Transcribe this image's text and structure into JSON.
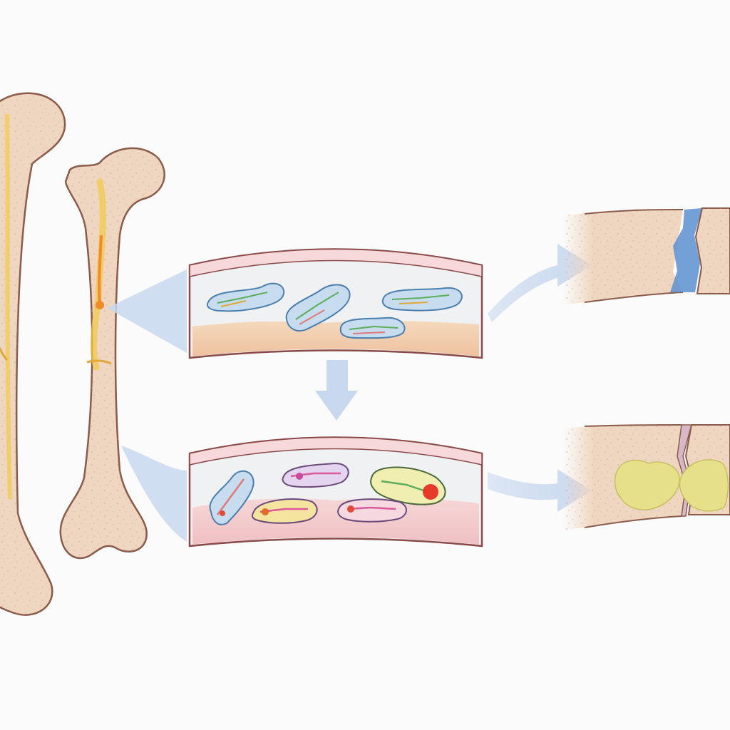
{
  "diagram": {
    "colors": {
      "background": "#fbfbfb",
      "bone_fill": "#efd6c0",
      "bone_outline": "#8a5a4a",
      "bone_texture": "#c9a78f",
      "marrow_yellow": "#f2c94c",
      "marrow_orange": "#f08a2a",
      "arrow_blue": "#c8d8ef",
      "panel_border": "#8a4a4a",
      "panel_top": "#f7d9dc",
      "panel_interior": "#f0f1f3",
      "healthy_base": "#efc9a6",
      "diseased_base": "#f2c6c8",
      "cell_outline_healthy": "#4a7fae",
      "cell_fill_healthy": "#c7dcef",
      "cell_outline_diseased": "#6a4a7a",
      "fracture_blue": "#5b8fd0",
      "lesion_yellow": "#e6e08a"
    },
    "icons": [
      "femur-left-partial",
      "femur-center",
      "healthy-tissue-panel",
      "diseased-tissue-panel",
      "healed-bone-segment",
      "lesioned-bone-segment",
      "flow-arrow"
    ]
  }
}
